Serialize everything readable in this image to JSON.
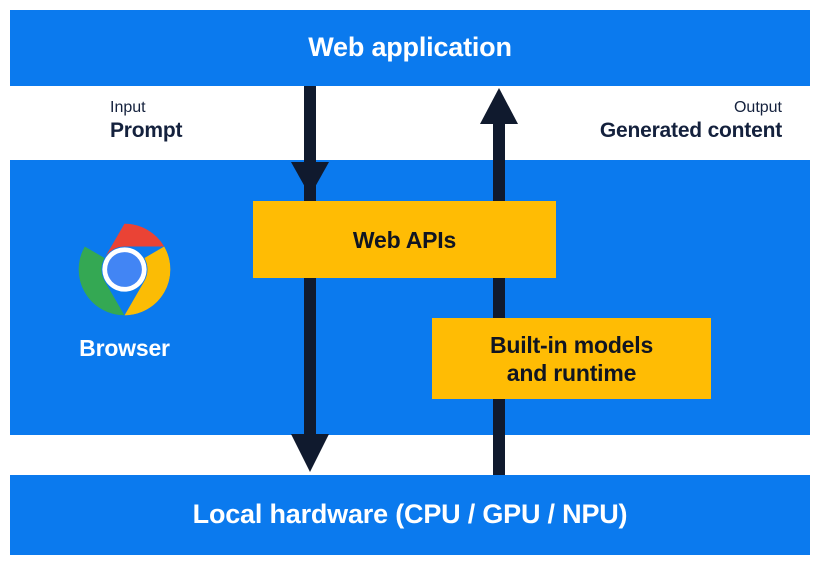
{
  "diagram": {
    "title": "Web application / Browser / Local hardware built-in AI flow",
    "colors": {
      "blue": "#0B7AEE",
      "amber": "#FFBC04",
      "arrow": "#101A2E",
      "text_on_blue": "#FFFFFF",
      "text_on_amber": "#101522",
      "text_on_white": "#14213D",
      "background": "#FFFFFF"
    }
  },
  "bands": {
    "top": {
      "title": "Web application"
    },
    "browser": {
      "label": "Browser",
      "logo": "chrome-logo"
    },
    "hardware": {
      "title": "Local hardware (CPU / GPU / NPU)"
    }
  },
  "io": {
    "input": {
      "kind": "Input",
      "value": "Prompt"
    },
    "output": {
      "kind": "Output",
      "value": "Generated content"
    }
  },
  "boxes": {
    "web_apis": {
      "label": "Web APIs"
    },
    "builtin_models": {
      "label": "Built-in models\nand runtime"
    }
  },
  "arrows": [
    {
      "name": "input-arrow",
      "direction": "down",
      "from": "Web application",
      "to": "Local hardware (CPU / GPU / NPU)"
    },
    {
      "name": "output-arrow",
      "direction": "up",
      "from": "Local hardware (CPU / GPU / NPU)",
      "to": "Web application"
    }
  ]
}
